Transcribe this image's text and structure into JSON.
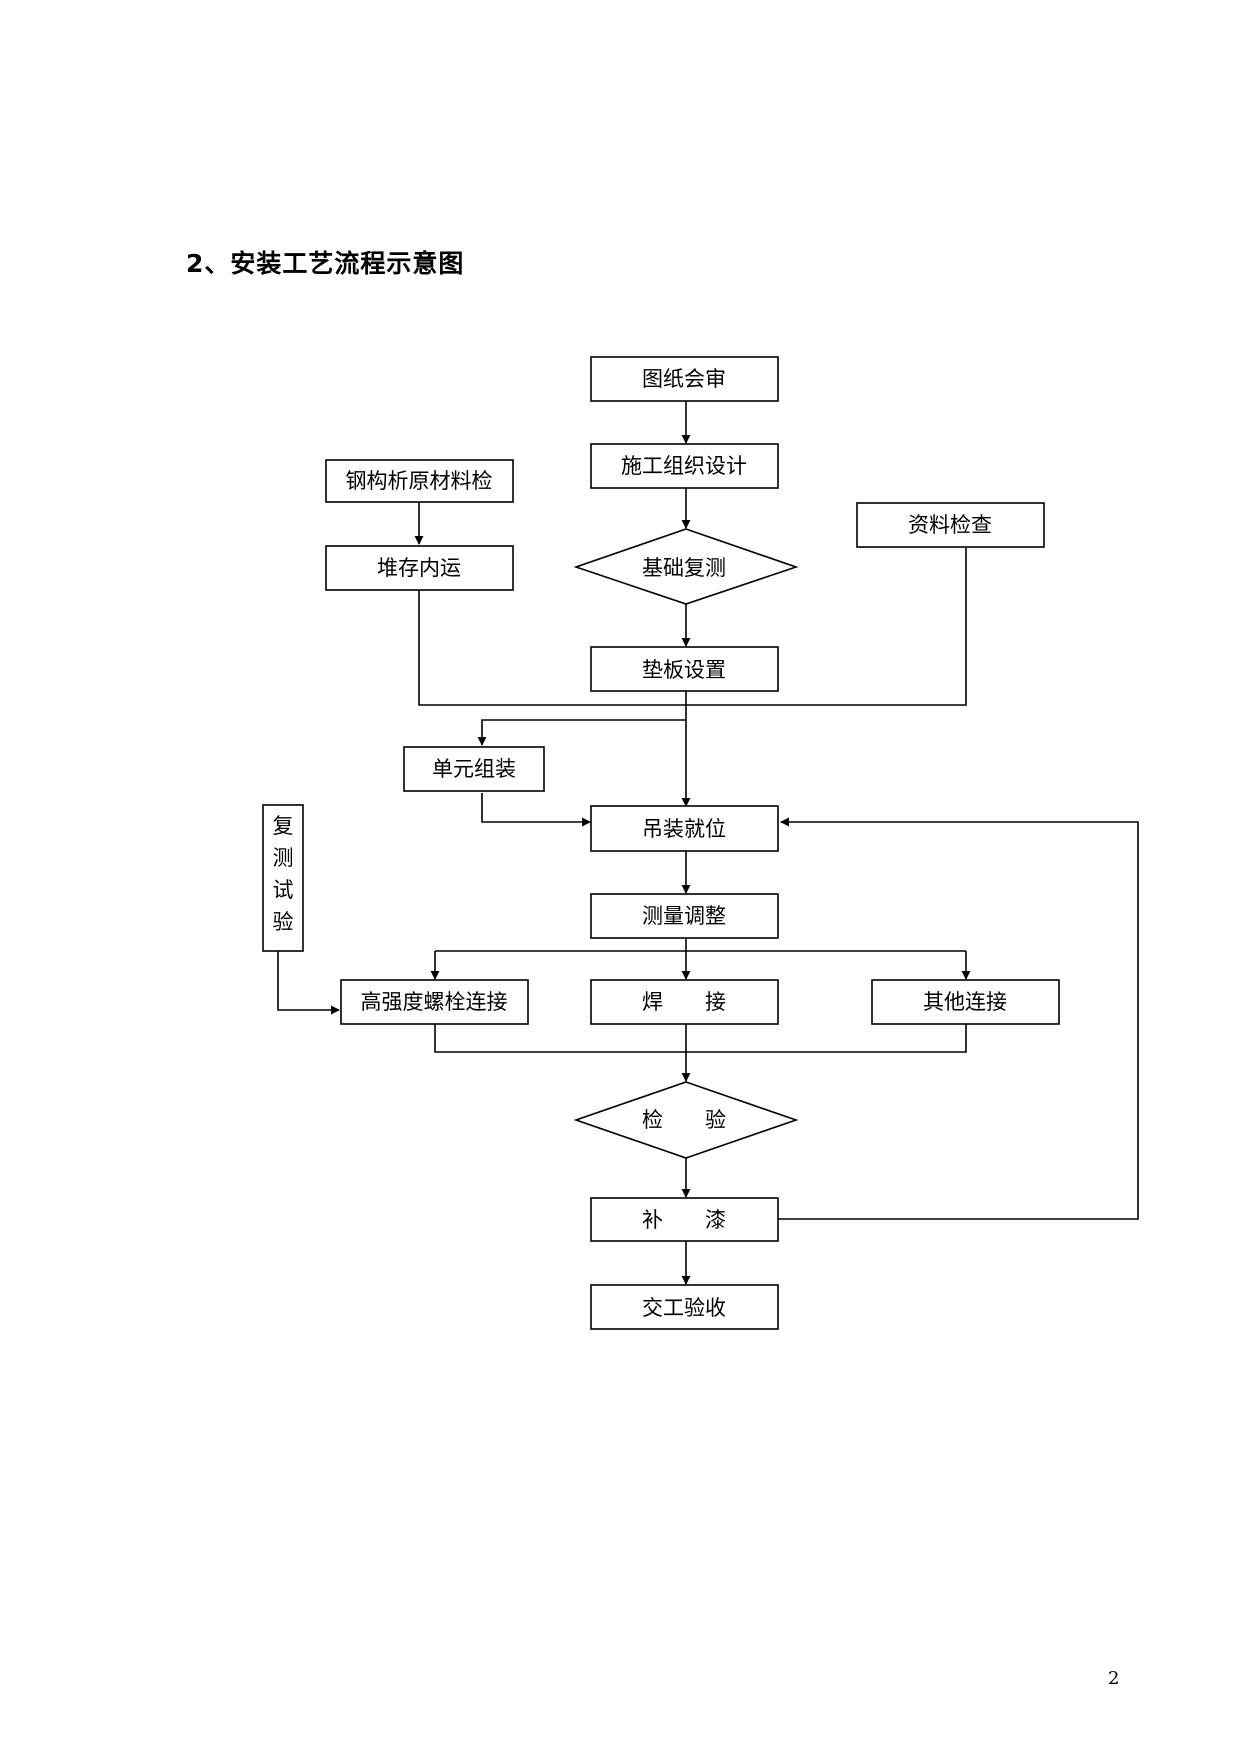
{
  "page": {
    "heading": "2、安装工艺流程示意图",
    "page_number": "2"
  },
  "flowchart": {
    "nodes": {
      "drawing_review": "图纸会审",
      "construction_design": "施工组织设计",
      "material_inspection": "钢构析原材料检",
      "storage_transport": "堆存内运",
      "document_check": "资料检查",
      "foundation_resurvey": "基础复测",
      "shim_setting": "垫板设置",
      "unit_assembly": "单元组装",
      "lifting_positioning": "吊装就位",
      "retest_trial": "复测试验",
      "measurement_adjustment": "测量调整",
      "hs_bolt_connection": "高强度螺栓连接",
      "welding": "焊　　接",
      "other_connection": "其他连接",
      "inspection": "检　　验",
      "touch_up_paint": "补　　漆",
      "handover_acceptance": "交工验收"
    }
  }
}
